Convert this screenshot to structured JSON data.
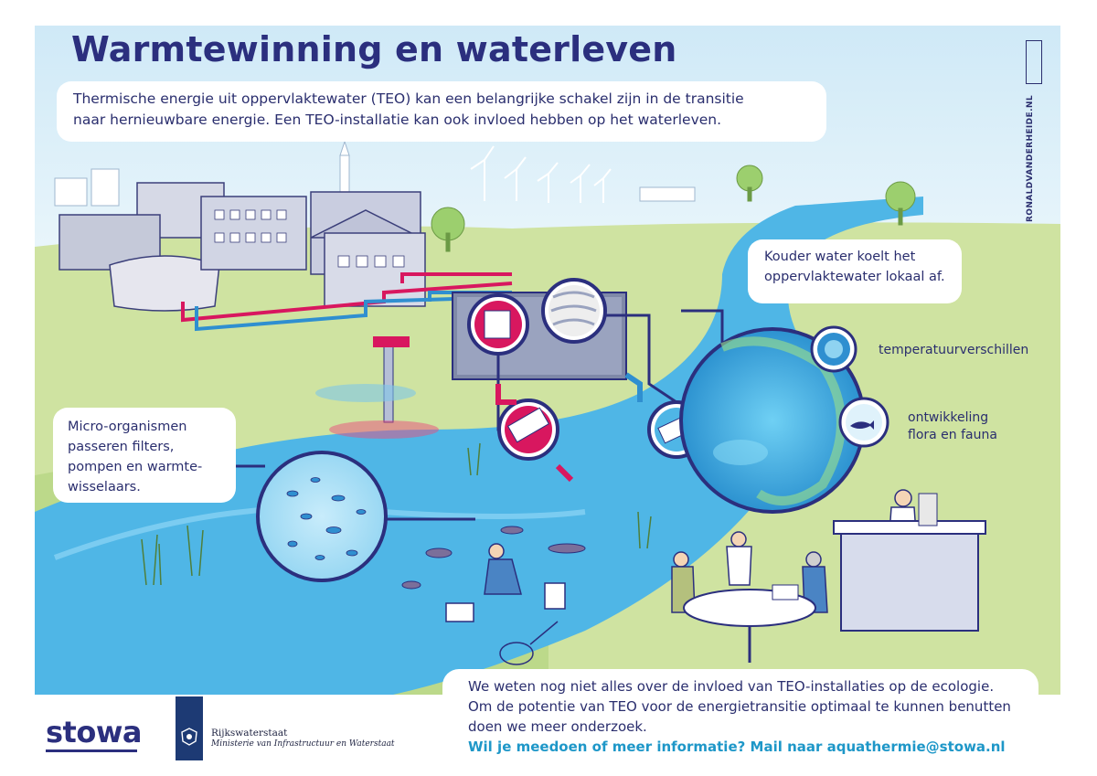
{
  "title": "Warmtewinning en waterleven",
  "intro": {
    "line1": "Thermische energie uit oppervlaktewater (TEO) kan een belangrijke schakel zijn in de transitie",
    "line2": "naar hernieuwbare energie. Een TEO-installatie kan ook invloed hebben op het waterleven."
  },
  "callouts": {
    "micro": [
      "Micro-organismen",
      "passeren filters,",
      "pompen en warmte-",
      "wisselaars."
    ],
    "kouder": [
      "Kouder water koelt het",
      "oppervlaktewater lokaal af."
    ],
    "temperatuur": "temperatuurverschillen",
    "flora": [
      "ontwikkeling",
      "flora en fauna"
    ]
  },
  "info": {
    "line1": "We weten nog niet alles over de invloed van TEO-installaties op de ecologie.",
    "line2": "Om de potentie van TEO voor de energietransitie optimaal te kunnen benutten",
    "line3": "doen we meer onderzoek.",
    "cta": "Wil je meedoen of meer informatie? Mail naar aquathermie@stowa.nl"
  },
  "signature": "RONALDVANDERHEIDE.NL",
  "logos": {
    "stowa": "stowa",
    "rws_name": "Rijkswaterstaat",
    "rws_ministry": "Ministerie van Infrastructuur en Waterstaat"
  },
  "colors": {
    "navy": "#2b2f7e",
    "sky": "#d9eef8",
    "grass": "#cfe3a1",
    "water": "#4fb6e6",
    "hot_pipe": "#d8175f",
    "cold_pipe": "#2f8fd0",
    "accent_text": "#1e97c8"
  }
}
